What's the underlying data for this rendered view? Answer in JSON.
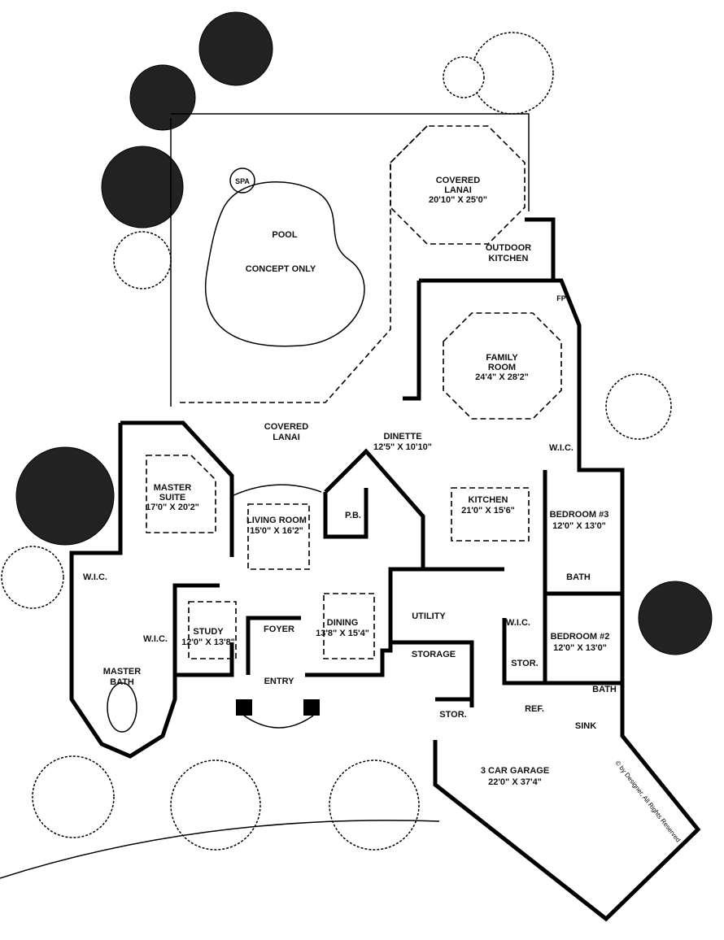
{
  "plan": {
    "spa": "SPA",
    "pool": "POOL",
    "pool_note": "CONCEPT ONLY",
    "covered_lanai_top": {
      "name": "COVERED",
      "name2": "LANAI",
      "dims": "20'10\" X 25'0\""
    },
    "outdoor_kitchen": {
      "line1": "OUTDOOR",
      "line2": "KITCHEN"
    },
    "fireplace": "FP",
    "family_room": {
      "line1": "FAMILY",
      "line2": "ROOM",
      "dims": "24'4\" X 28'2\""
    },
    "covered_lanai_rear": {
      "line1": "COVERED",
      "line2": "LANAI"
    },
    "dinette": {
      "name": "DINETTE",
      "dims": "12'5\" X 10'10\""
    },
    "master_suite": {
      "line1": "MASTER",
      "line2": "SUITE",
      "dims": "17'0\" X 20'2\""
    },
    "wic_bed3": "W.I.C.",
    "living_room": {
      "name": "LIVING ROOM",
      "dims": "15'0\" X 16'2\""
    },
    "powder_bath": "P.B.",
    "kitchen": {
      "name": "KITCHEN",
      "dims": "21'0\" X 15'6\""
    },
    "bedroom3": {
      "name": "BEDROOM #3",
      "dims": "12'0\" X 13'0\""
    },
    "wic_master1": "W.I.C.",
    "bath_bed3": "BATH",
    "utility": "UTILITY",
    "wic_bed2": "W.I.C.",
    "bedroom2": {
      "name": "BEDROOM #2",
      "dims": "12'0\" X 13'0\""
    },
    "study": {
      "name": "STUDY",
      "dims": "12'0\" X 13'8\""
    },
    "foyer": "FOYER",
    "dining": {
      "name": "DINING",
      "dims": "13'8\" X 15'4\""
    },
    "wic_master2": "W.I.C.",
    "storage": "STORAGE",
    "master_bath": {
      "line1": "MASTER",
      "line2": "BATH"
    },
    "stor1": "STOR.",
    "entry": "ENTRY",
    "bath_bed2": "BATH",
    "ref": "REF.",
    "sink": "SINK",
    "stor2": "STOR.",
    "garage": {
      "name": "3 CAR GARAGE",
      "dims": "22'0\" X 37'4\""
    },
    "copyright": "© by Designer, All Rights Reserved"
  }
}
